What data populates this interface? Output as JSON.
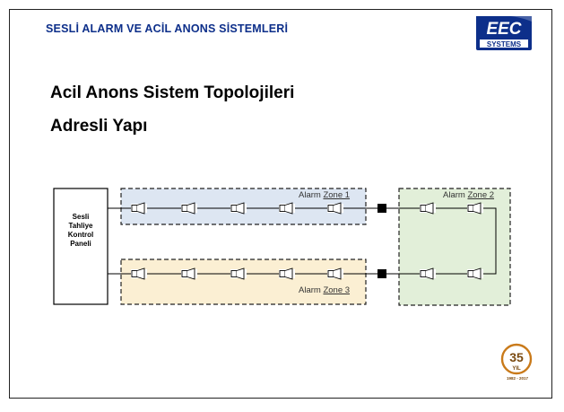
{
  "header": {
    "title": "SESLİ ALARM VE ACİL ANONS SİSTEMLERİ",
    "logo_text_top": "EEC",
    "logo_text_bottom": "SYSTEMS"
  },
  "slide": {
    "subtitle_line1": "Acil Anons Sistem Topolojileri",
    "subtitle_line2": "Adresli Yapı"
  },
  "diagram": {
    "panel_label": [
      "Sesli",
      "Tahliye",
      "Kontrol",
      "Paneli"
    ],
    "zones": [
      {
        "prefix": "Alarm ",
        "suffix": "Zone 1",
        "fill": "#dde6f2"
      },
      {
        "prefix": "Alarm ",
        "suffix": "Zone 2",
        "fill": "#e2efd9"
      },
      {
        "prefix": "Alarm ",
        "suffix": "Zone 3",
        "fill": "#fbefd3"
      }
    ]
  },
  "badge": {
    "number": "35",
    "word": "YIL",
    "range": "1982 - 2017",
    "color": "#c97a1a"
  },
  "colors": {
    "brand": "#0d2f8a",
    "line": "#000000",
    "dash": "#222222"
  }
}
